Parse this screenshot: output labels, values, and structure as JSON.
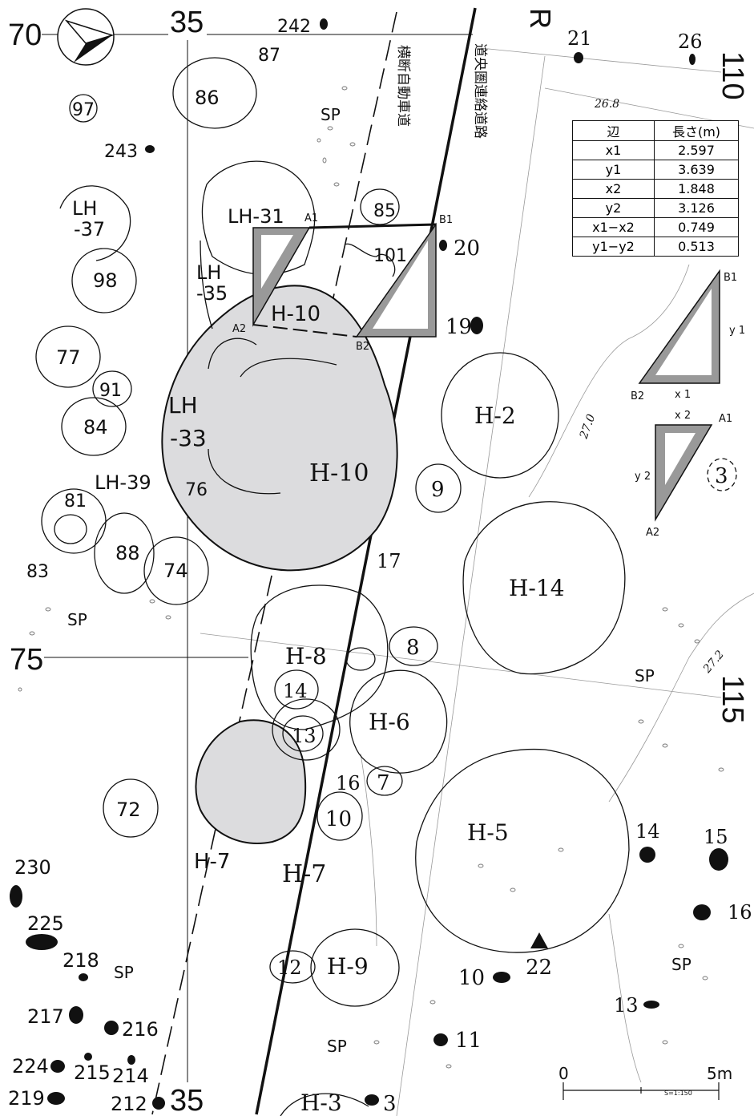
{
  "grid": {
    "row_70": "70",
    "row_75": "75",
    "col_35_top": "35",
    "col_35_bottom": "35",
    "col_110": "110",
    "col_115": "115",
    "col_R": "R"
  },
  "roads": {
    "expressway": "横断自動車道",
    "connector": "道央圏連絡道路"
  },
  "contours": {
    "c1": "26.8",
    "c2": "27.0",
    "c3": "27.2"
  },
  "table": {
    "headers": [
      "辺",
      "長さ(m)"
    ],
    "rows": [
      [
        "x1",
        "2.597"
      ],
      [
        "y1",
        "3.639"
      ],
      [
        "x2",
        "1.848"
      ],
      [
        "y2",
        "3.126"
      ],
      [
        "x1−x2",
        "0.749"
      ],
      [
        "y1−y2",
        "0.513"
      ]
    ]
  },
  "triangles": {
    "b1": "B1",
    "b2": "B2",
    "a1": "A1",
    "a2": "A2",
    "x1": "x 1",
    "y1": "y 1",
    "x2": "x 2",
    "y2": "y 2"
  },
  "features": {
    "h10a": "H-10",
    "h10b": "H-10",
    "h2": "H-2",
    "h14": "H-14",
    "h8": "H-8",
    "h6": "H-6",
    "h5": "H-5",
    "h7a": "H-7",
    "h7b": "H-7",
    "h9": "H-9",
    "h3": "H-3",
    "lh31": "LH-31",
    "lh35a": "LH",
    "lh35b": "-35",
    "lh37a": "LH",
    "lh37b": "-37",
    "lh33a": "LH",
    "lh33b": "-33",
    "lh39": "LH-39",
    "p86": "86",
    "p87": "87",
    "p97": "97",
    "p98": "98",
    "p77": "77",
    "p91": "91",
    "p84": "84",
    "p81": "81",
    "p83": "83",
    "p88": "88",
    "p74": "74",
    "p76": "76",
    "p85": "85",
    "p101": "101",
    "p9": "9",
    "p17": "17",
    "p8": "8",
    "p14": "14",
    "p13": "13",
    "p16": "16",
    "p7": "7",
    "p10": "10",
    "p12": "12",
    "p72": "72",
    "p3": "3",
    "d242": "242",
    "d243": "243",
    "d21": "21",
    "d26": "26",
    "d20": "20",
    "d19": "19",
    "d14": "14",
    "d15": "15",
    "d16": "16",
    "d22": "22",
    "d10": "10",
    "d13": "13",
    "d11": "11",
    "d3": "3",
    "d230": "230",
    "d225": "225",
    "d218": "218",
    "d217": "217",
    "d216": "216",
    "d224": "224",
    "d215": "215",
    "d214": "214",
    "d219": "219",
    "d212": "212",
    "sp1": "SP",
    "sp2": "SP",
    "sp3": "SP",
    "sp4": "SP",
    "sp5": "SP",
    "sp6": "SP"
  },
  "scale": {
    "zero": "0",
    "five": "5m",
    "ratio": "S=1:150"
  }
}
